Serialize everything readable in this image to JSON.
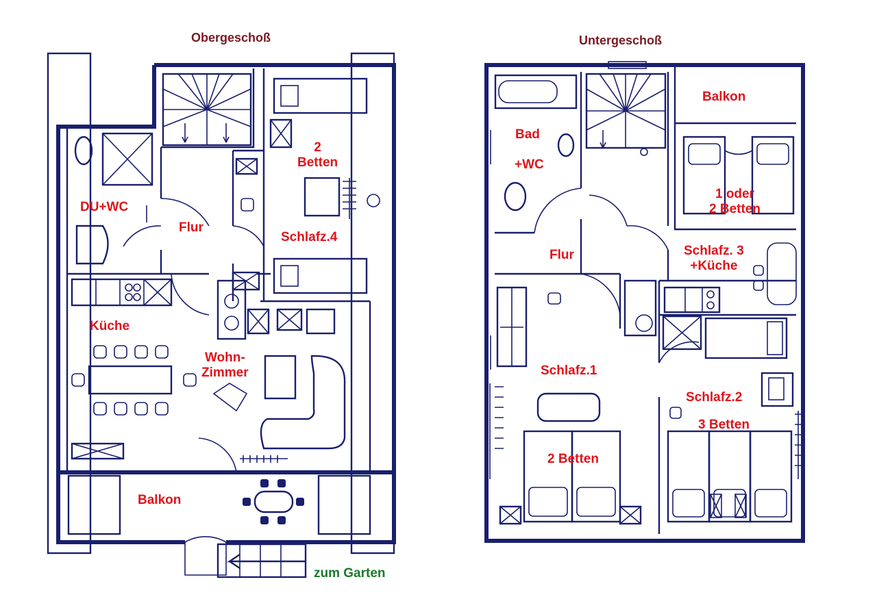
{
  "floors": {
    "upper": {
      "title": "Obergeschoß",
      "rooms": {
        "du_wc": "DU+WC",
        "flur": "Flur",
        "betten": "2\nBetten",
        "schlafz4": "Schlafz.4",
        "kueche": "Küche",
        "wohnzimmer": "Wohn-\nZimmer",
        "balkon": "Balkon"
      },
      "exit_label": "zum Garten"
    },
    "lower": {
      "title": "Untergeschoß",
      "rooms": {
        "balkon": "Balkon",
        "bad": "Bad",
        "wc": "+WC",
        "betten_1_2": "1 oder\n2 Betten",
        "flur": "Flur",
        "schlafz3": "Schlafz. 3\n+Küche",
        "schlafz1": "Schlafz.1",
        "betten2": "2 Betten",
        "schlafz2": "Schlafz.2",
        "betten3": "3 Betten"
      }
    }
  },
  "colors": {
    "wall": "#1a1f6e",
    "room_label": "#e0141a",
    "title": "#7a1a22",
    "exit_label": "#1a7a2a"
  }
}
